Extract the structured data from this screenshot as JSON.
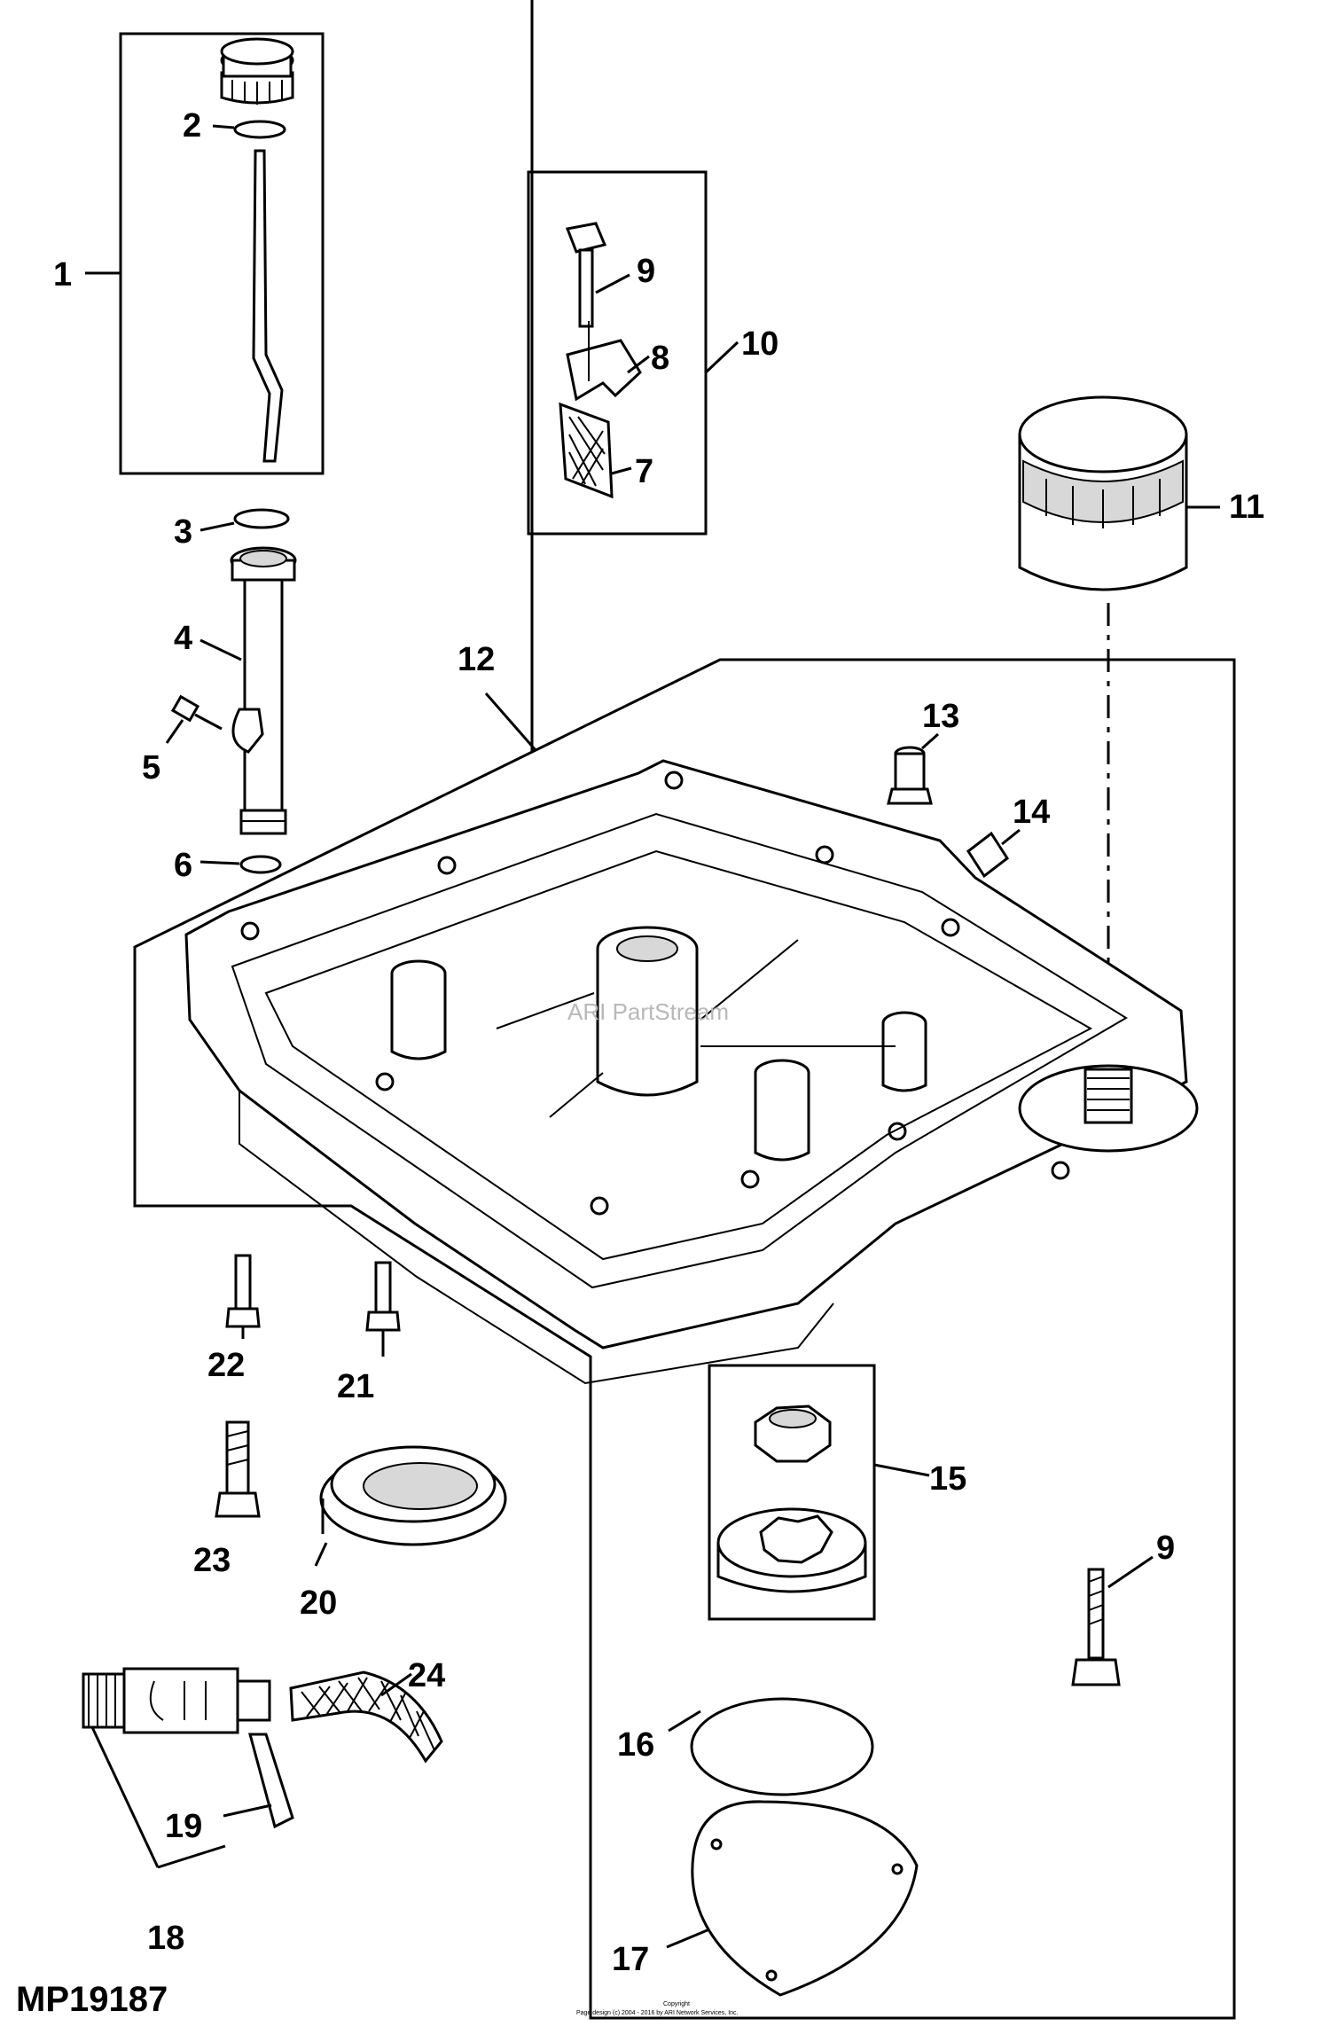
{
  "diagram": {
    "figure_id": "MP19187",
    "watermark": "ARI PartStream",
    "copyright_line1": "Copyright",
    "copyright_line2": "Page design (c) 2004 - 2016 by ARI Network Services, Inc.",
    "callouts": [
      {
        "id": "c1",
        "label": "1"
      },
      {
        "id": "c2",
        "label": "2"
      },
      {
        "id": "c3",
        "label": "3"
      },
      {
        "id": "c4",
        "label": "4"
      },
      {
        "id": "c5",
        "label": "5"
      },
      {
        "id": "c6",
        "label": "6"
      },
      {
        "id": "c7",
        "label": "7"
      },
      {
        "id": "c8",
        "label": "8"
      },
      {
        "id": "c9a",
        "label": "9"
      },
      {
        "id": "c10",
        "label": "10"
      },
      {
        "id": "c11",
        "label": "11"
      },
      {
        "id": "c12",
        "label": "12"
      },
      {
        "id": "c13",
        "label": "13"
      },
      {
        "id": "c14",
        "label": "14"
      },
      {
        "id": "c15",
        "label": "15"
      },
      {
        "id": "c16",
        "label": "16"
      },
      {
        "id": "c17",
        "label": "17"
      },
      {
        "id": "c18",
        "label": "18"
      },
      {
        "id": "c19",
        "label": "19"
      },
      {
        "id": "c20",
        "label": "20"
      },
      {
        "id": "c21",
        "label": "21"
      },
      {
        "id": "c22",
        "label": "22"
      },
      {
        "id": "c23",
        "label": "23"
      },
      {
        "id": "c24",
        "label": "24"
      },
      {
        "id": "c9b",
        "label": "9"
      }
    ]
  }
}
